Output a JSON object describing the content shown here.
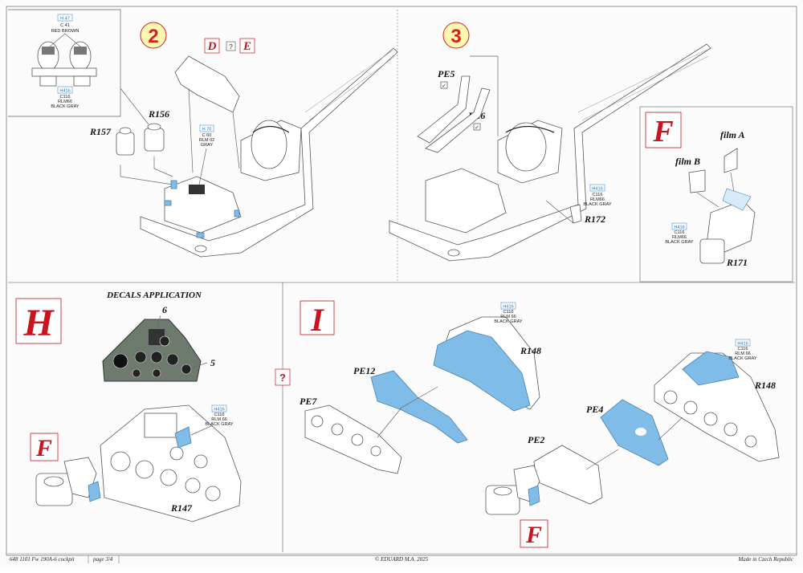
{
  "steps": {
    "step2": {
      "number": "2",
      "options": [
        "D",
        "?",
        "E"
      ]
    },
    "step3": {
      "number": "3"
    },
    "F_top": "F",
    "H": "H",
    "I": "I",
    "F_h": "F",
    "F_i": "F",
    "question_mid": "?"
  },
  "paint": {
    "h47": {
      "code": "H 47",
      "c": "C 41",
      "name": "RED BROWN"
    },
    "h416_top": {
      "code": "H416",
      "c": "C116",
      "rlm": "RLM66",
      "name": "BLACK GRAY"
    },
    "h70": {
      "code": "H 70",
      "c": "C 60",
      "rlm": "RLM 02",
      "name": "GRAY"
    },
    "h416_step3": {
      "code": "H416",
      "c": "C116",
      "rlm": "RLM66",
      "name": "BLACK GRAY"
    },
    "h416_f": {
      "code": "H416",
      "c": "C116",
      "rlm": "RLM66",
      "name": "BLACK GRAY"
    },
    "h416_h": {
      "code": "H416",
      "c": "C116",
      "rlm": "RLM 66",
      "name": "BLACK GRAY"
    },
    "h416_i1": {
      "code": "H416",
      "c": "C116",
      "rlm": "RLM 66",
      "name": "BLACK GRAY"
    },
    "h416_i2": {
      "code": "H416",
      "c": "C116",
      "rlm": "RLM 66",
      "name": "BLACK GRAY"
    }
  },
  "parts": {
    "r157": "R157",
    "r156": "R156",
    "pe5": "PE5",
    "pe6": "PE6",
    "r172": "R172",
    "film_a": "film A",
    "film_b": "film B",
    "r171": "R171",
    "r147": "R147",
    "r148a": "R148",
    "r148b": "R148",
    "pe12": "PE12",
    "pe7": "PE7",
    "pe4": "PE4",
    "pe2": "PE2",
    "decal6": "6",
    "decal5": "5"
  },
  "decals_title": "DECALS APPLICATION",
  "footer": {
    "code": "648 1101  Fw 190A-6 cockpit",
    "page": "page 3/4",
    "copyright": "© EDUARD  M.A. 2025",
    "made": "Made in Czech Republic"
  }
}
